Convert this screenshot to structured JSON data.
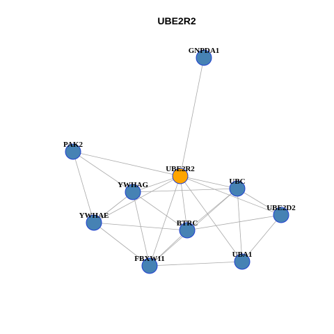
{
  "title": "UBE2R2",
  "colors": {
    "default_node": "#4682b4",
    "focus_node": "#ffa500",
    "node_border": "#1f3fd0",
    "edge": "#a8a8a8"
  },
  "nodes": [
    {
      "id": "GNPDA1",
      "label": "GNPDA1",
      "focus": false
    },
    {
      "id": "PAK2",
      "label": "PAK2",
      "focus": false
    },
    {
      "id": "UBE2R2",
      "label": "UBE2R2",
      "focus": true
    },
    {
      "id": "YWHAG",
      "label": "YWHAG",
      "focus": false
    },
    {
      "id": "UBC",
      "label": "UBC",
      "focus": false
    },
    {
      "id": "UBE2D2",
      "label": "UBE2D2",
      "focus": false
    },
    {
      "id": "YWHAE",
      "label": "YWHAE",
      "focus": false
    },
    {
      "id": "BTRC",
      "label": "BTRC",
      "focus": false
    },
    {
      "id": "UBA1",
      "label": "UBA1",
      "focus": false
    },
    {
      "id": "FBXW11",
      "label": "FBXW11",
      "focus": false
    }
  ],
  "edges": [
    [
      "GNPDA1",
      "UBE2R2"
    ],
    [
      "PAK2",
      "UBE2R2"
    ],
    [
      "PAK2",
      "YWHAG"
    ],
    [
      "PAK2",
      "YWHAE"
    ],
    [
      "UBE2R2",
      "YWHAG"
    ],
    [
      "UBE2R2",
      "UBC"
    ],
    [
      "UBE2R2",
      "UBE2D2"
    ],
    [
      "UBE2R2",
      "YWHAE"
    ],
    [
      "UBE2R2",
      "BTRC"
    ],
    [
      "UBE2R2",
      "UBA1"
    ],
    [
      "UBE2R2",
      "FBXW11"
    ],
    [
      "YWHAG",
      "UBC"
    ],
    [
      "YWHAG",
      "YWHAE"
    ],
    [
      "YWHAG",
      "BTRC"
    ],
    [
      "YWHAG",
      "FBXW11"
    ],
    [
      "UBC",
      "UBE2D2"
    ],
    [
      "UBC",
      "BTRC"
    ],
    [
      "UBC",
      "UBA1"
    ],
    [
      "UBC",
      "FBXW11"
    ],
    [
      "UBE2D2",
      "BTRC"
    ],
    [
      "UBE2D2",
      "UBA1"
    ],
    [
      "YWHAE",
      "BTRC"
    ],
    [
      "YWHAE",
      "FBXW11"
    ],
    [
      "BTRC",
      "FBXW11"
    ],
    [
      "FBXW11",
      "UBA1"
    ]
  ]
}
